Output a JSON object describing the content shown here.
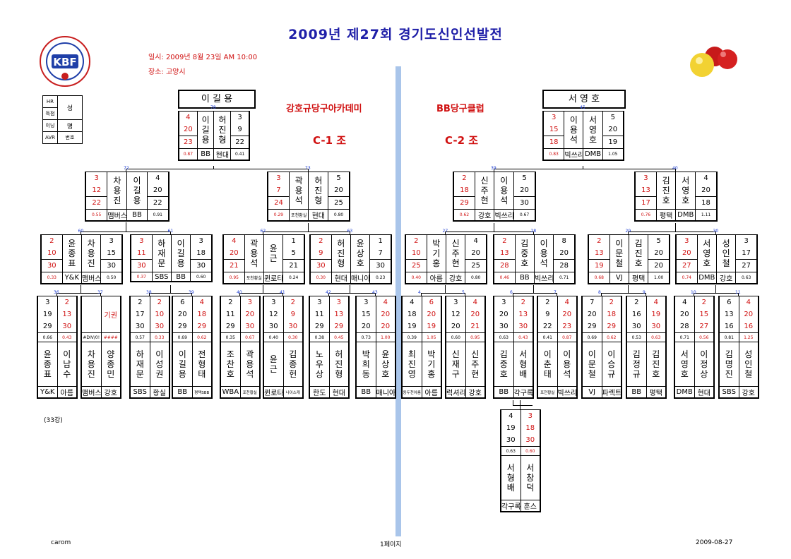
{
  "title": "2009년    제27회 경기도신인선발전",
  "event_date": "일시: 2009년 8월 23일 AM 10:00",
  "event_place": "장소: 고양시",
  "round_label": "(33강)",
  "legend": {
    "hr": "HR",
    "score": "득점",
    "inning": "이닝",
    "avr": "AVR",
    "name1": "성",
    "name2": "명",
    "num": "번호"
  },
  "left": {
    "winner": "이 길 용",
    "club": "강호규당구아카데미",
    "group": "C-1 조"
  },
  "right": {
    "winner": "서 영 호",
    "club": "BB당구클럽",
    "group": "C-2 조"
  },
  "footer": {
    "left": "carom",
    "center": "1페이지",
    "right": "2009-08-27"
  },
  "colors": {
    "title": "#1f1fa8",
    "accent": "#d01010",
    "divider": "#a9c5ea",
    "match_no": "#1b3bd0"
  },
  "matches": [
    {
      "no": "78",
      "a": {
        "hr": "4",
        "score": "20",
        "inning": "23",
        "avr": "0.87",
        "name": "이\n길\n용",
        "team": "BB"
      },
      "b": {
        "hr": "3",
        "score": "9",
        "inning": "22",
        "avr": "0.41",
        "name": "허\n진\n형",
        "team": "현대"
      }
    },
    {
      "no": "72",
      "a": {
        "hr": "3",
        "score": "12",
        "inning": "22",
        "avr": "0.55",
        "name": "차\n용\n진",
        "team": "맴버스"
      },
      "b": {
        "hr": "4",
        "score": "20",
        "inning": "22",
        "avr": "0.91",
        "name": "이\n길\n용",
        "team": "BB"
      }
    },
    {
      "no": "73",
      "a": {
        "hr": "3",
        "score": "7",
        "inning": "24",
        "avr": "0.29",
        "name": "곽\n용\n석",
        "team": "포천황실"
      },
      "b": {
        "hr": "5",
        "score": "20",
        "inning": "25",
        "avr": "0.80",
        "name": "허\n진\n형",
        "team": "현대"
      }
    },
    {
      "no": "60",
      "a": {
        "hr": "2",
        "score": "10",
        "inning": "30",
        "avr": "0.33",
        "name": "윤\n종\n표",
        "team": "Y&K"
      },
      "b": {
        "hr": "3",
        "score": "15",
        "inning": "30",
        "avr": "0.50",
        "name": "차\n용\n진",
        "team": "맴버스"
      }
    },
    {
      "no": "61",
      "a": {
        "hr": "3",
        "score": "11",
        "inning": "30",
        "avr": "0.37",
        "name": "하\n재\n문",
        "team": "SBS"
      },
      "b": {
        "hr": "3",
        "score": "18",
        "inning": "30",
        "avr": "0.60",
        "name": "이\n길\n용",
        "team": "BB"
      }
    },
    {
      "no": "62",
      "a": {
        "hr": "4",
        "score": "20",
        "inning": "21",
        "avr": "0.95",
        "name": "곽\n용\n석",
        "team": "포천황실"
      },
      "b": {
        "hr": "1",
        "score": "5",
        "inning": "21",
        "avr": "0.24",
        "name": "윤\n근",
        "team": "퀸로타"
      }
    },
    {
      "no": "63",
      "a": {
        "hr": "2",
        "score": "9",
        "inning": "30",
        "avr": "0.30",
        "name": "허\n진\n형",
        "team": "현대"
      },
      "b": {
        "hr": "1",
        "score": "7",
        "inning": "30",
        "avr": "0.23",
        "name": "윤\n상\n호",
        "team": "매니아"
      }
    },
    {
      "no": "36",
      "a": {
        "hr": "3",
        "score": "19",
        "inning": "29",
        "avr": "0.66",
        "name": "윤\n종\n표",
        "team": "Y&K"
      },
      "b": {
        "hr": "2",
        "score": "13",
        "inning": "30",
        "avr": "0.43",
        "name": "이\n남\n수",
        "team": "아름"
      }
    },
    {
      "no": "37",
      "a": {
        "hr": "",
        "score": "",
        "inning": "",
        "avr": "#DIV/0!",
        "name": "차\n용\n진",
        "team": "맴버스"
      },
      "b": {
        "hr": "",
        "score": "기권",
        "inning": "",
        "avr": "####",
        "name": "양\n종\n민",
        "team": "강호"
      }
    },
    {
      "no": "38",
      "a": {
        "hr": "2",
        "score": "17",
        "inning": "30",
        "avr": "0.57",
        "name": "하\n재\n문",
        "team": "SBS"
      },
      "b": {
        "hr": "2",
        "score": "10",
        "inning": "30",
        "avr": "0.33",
        "name": "이\n성\n권",
        "team": "황실"
      }
    },
    {
      "no": "39",
      "a": {
        "hr": "6",
        "score": "20",
        "inning": "29",
        "avr": "0.69",
        "name": "이\n길\n용",
        "team": "BB"
      },
      "b": {
        "hr": "4",
        "score": "18",
        "inning": "29",
        "avr": "0.62",
        "name": "전\n형\n태",
        "team": "평택SBB"
      }
    },
    {
      "no": "40",
      "a": {
        "hr": "2",
        "score": "11",
        "inning": "29",
        "avr": "0.35",
        "name": "조\n찬\n호",
        "team": "WBA"
      },
      "b": {
        "hr": "3",
        "score": "20",
        "inning": "30",
        "avr": "0.67",
        "name": "곽\n용\n석",
        "team": "포천황실"
      }
    },
    {
      "no": "41",
      "a": {
        "hr": "3",
        "score": "12",
        "inning": "30",
        "avr": "0.40",
        "name": "윤\n근",
        "team": "퀸로타"
      },
      "b": {
        "hr": "2",
        "score": "9",
        "inning": "30",
        "avr": "0.30",
        "name": "김\n종\n헌",
        "team": "나이스캐"
      }
    },
    {
      "no": "42",
      "a": {
        "hr": "3",
        "score": "11",
        "inning": "29",
        "avr": "0.38",
        "name": "노\n우\n상",
        "team": "한도"
      },
      "b": {
        "hr": "3",
        "score": "13",
        "inning": "29",
        "avr": "0.45",
        "name": "허\n진\n형",
        "team": "현대"
      }
    },
    {
      "no": "43",
      "a": {
        "hr": "3",
        "score": "15",
        "inning": "20",
        "avr": "0.73",
        "name": "박\n희\n동",
        "team": "BB"
      },
      "b": {
        "hr": "4",
        "score": "20",
        "inning": "20",
        "avr": "1.00",
        "name": "윤\n상\n호",
        "team": "매니아"
      }
    },
    {
      "no": "45",
      "a": {
        "hr": "3",
        "score": "15",
        "inning": "18",
        "avr": "0.83",
        "name": "이\n용\n석",
        "team": "빅쓰리"
      },
      "b": {
        "hr": "5",
        "score": "20",
        "inning": "19",
        "avr": "1.05",
        "name": "서\n영\n호",
        "team": "DMB"
      }
    },
    {
      "no": "39",
      "a": {
        "hr": "2",
        "score": "18",
        "inning": "29",
        "avr": "0.62",
        "name": "신\n주\n현",
        "team": "강호"
      },
      "b": {
        "hr": "5",
        "score": "20",
        "inning": "30",
        "avr": "0.67",
        "name": "이\n용\n석",
        "team": "빅쓰리"
      }
    },
    {
      "no": "40",
      "a": {
        "hr": "3",
        "score": "13",
        "inning": "17",
        "avr": "0.76",
        "name": "김\n진\n호",
        "team": "평택"
      },
      "b": {
        "hr": "4",
        "score": "20",
        "inning": "18",
        "avr": "1.11",
        "name": "서\n영\n호",
        "team": "DMB"
      }
    },
    {
      "no": "27",
      "a": {
        "hr": "2",
        "score": "10",
        "inning": "25",
        "avr": "0.40",
        "name": "박\n기\n홍",
        "team": "아름"
      },
      "b": {
        "hr": "4",
        "score": "20",
        "inning": "25",
        "avr": "0.80",
        "name": "신\n주\n현",
        "team": "강호"
      }
    },
    {
      "no": "28",
      "a": {
        "hr": "2",
        "score": "13",
        "inning": "28",
        "avr": "0.46",
        "name": "김\n중\n호",
        "team": "BB"
      },
      "b": {
        "hr": "8",
        "score": "20",
        "inning": "28",
        "avr": "0.71",
        "name": "이\n용\n석",
        "team": "빅쓰리"
      }
    },
    {
      "no": "29",
      "a": {
        "hr": "2",
        "score": "13",
        "inning": "19",
        "avr": "0.68",
        "name": "이\n문\n철",
        "team": "VJ"
      },
      "b": {
        "hr": "5",
        "score": "20",
        "inning": "20",
        "avr": "1.00",
        "name": "김\n진\n호",
        "team": "평택"
      }
    },
    {
      "no": "30",
      "a": {
        "hr": "3",
        "score": "20",
        "inning": "27",
        "avr": "0.74",
        "name": "서\n영\n호",
        "team": "DMB"
      },
      "b": {
        "hr": "3",
        "score": "17",
        "inning": "27",
        "avr": "0.63",
        "name": "성\n인\n철",
        "team": "강호"
      }
    },
    {
      "no": "4",
      "a": {
        "hr": "4",
        "score": "18",
        "inning": "19",
        "avr": "0.39",
        "name": "최\n진\n영",
        "team": "동두천아름"
      },
      "b": {
        "hr": "6",
        "score": "20",
        "inning": "19",
        "avr": "1.05",
        "name": "박\n기\n홍",
        "team": "아름"
      }
    },
    {
      "no": "5",
      "a": {
        "hr": "3",
        "score": "12",
        "inning": "20",
        "avr": "0.60",
        "name": "신\n재\n구",
        "team": "럭셔리"
      },
      "b": {
        "hr": "4",
        "score": "20",
        "inning": "21",
        "avr": "0.95",
        "name": "신\n주\n현",
        "team": "강호"
      }
    },
    {
      "no": "6",
      "a": {
        "hr": "3",
        "score": "20",
        "inning": "30",
        "avr": "0.63",
        "name": "김\n중\n호",
        "team": "BB"
      },
      "b": {
        "hr": "2",
        "score": "13",
        "inning": "30",
        "avr": "0.43",
        "name": "서\n형\n배",
        "team": "각구록"
      }
    },
    {
      "no": "7",
      "a": {
        "hr": "2",
        "score": "9",
        "inning": "22",
        "avr": "0.41",
        "name": "이\n춘\n태",
        "team": "포천황실"
      },
      "b": {
        "hr": "4",
        "score": "20",
        "inning": "23",
        "avr": "0.87",
        "name": "이\n용\n석",
        "team": "빅쓰리"
      }
    },
    {
      "no": "8",
      "a": {
        "hr": "7",
        "score": "20",
        "inning": "29",
        "avr": "0.69",
        "name": "이\n문\n철",
        "team": "VJ"
      },
      "b": {
        "hr": "2",
        "score": "18",
        "inning": "29",
        "avr": "0.62",
        "name": "이\n승\n규",
        "team": "파렉트"
      }
    },
    {
      "no": "9",
      "a": {
        "hr": "2",
        "score": "16",
        "inning": "30",
        "avr": "0.53",
        "name": "김\n정\n규",
        "team": "BB"
      },
      "b": {
        "hr": "4",
        "score": "19",
        "inning": "30",
        "avr": "0.63",
        "name": "김\n진\n호",
        "team": "평택"
      }
    },
    {
      "no": "10",
      "a": {
        "hr": "4",
        "score": "20",
        "inning": "28",
        "avr": "0.71",
        "name": "서\n영\n호",
        "team": "DMB"
      },
      "b": {
        "hr": "2",
        "score": "15",
        "inning": "27",
        "avr": "0.56",
        "name": "이\n정\n상",
        "team": "현대"
      }
    },
    {
      "no": "11",
      "a": {
        "hr": "6",
        "score": "13",
        "inning": "16",
        "avr": "0.81",
        "name": "김\n명\n진",
        "team": "SBS"
      },
      "b": {
        "hr": "4",
        "score": "20",
        "inning": "16",
        "avr": "1.25",
        "name": "성\n인\n철",
        "team": "강호"
      }
    },
    {
      "no": "",
      "a": {
        "hr": "4",
        "score": "19",
        "inning": "30",
        "avr": "0.63",
        "name": "서\n형\n배",
        "team": "각구록"
      },
      "b": {
        "hr": "3",
        "score": "18",
        "inning": "30",
        "avr": "0.60",
        "name": "서\n창\n덕",
        "team": "훈스"
      }
    }
  ]
}
